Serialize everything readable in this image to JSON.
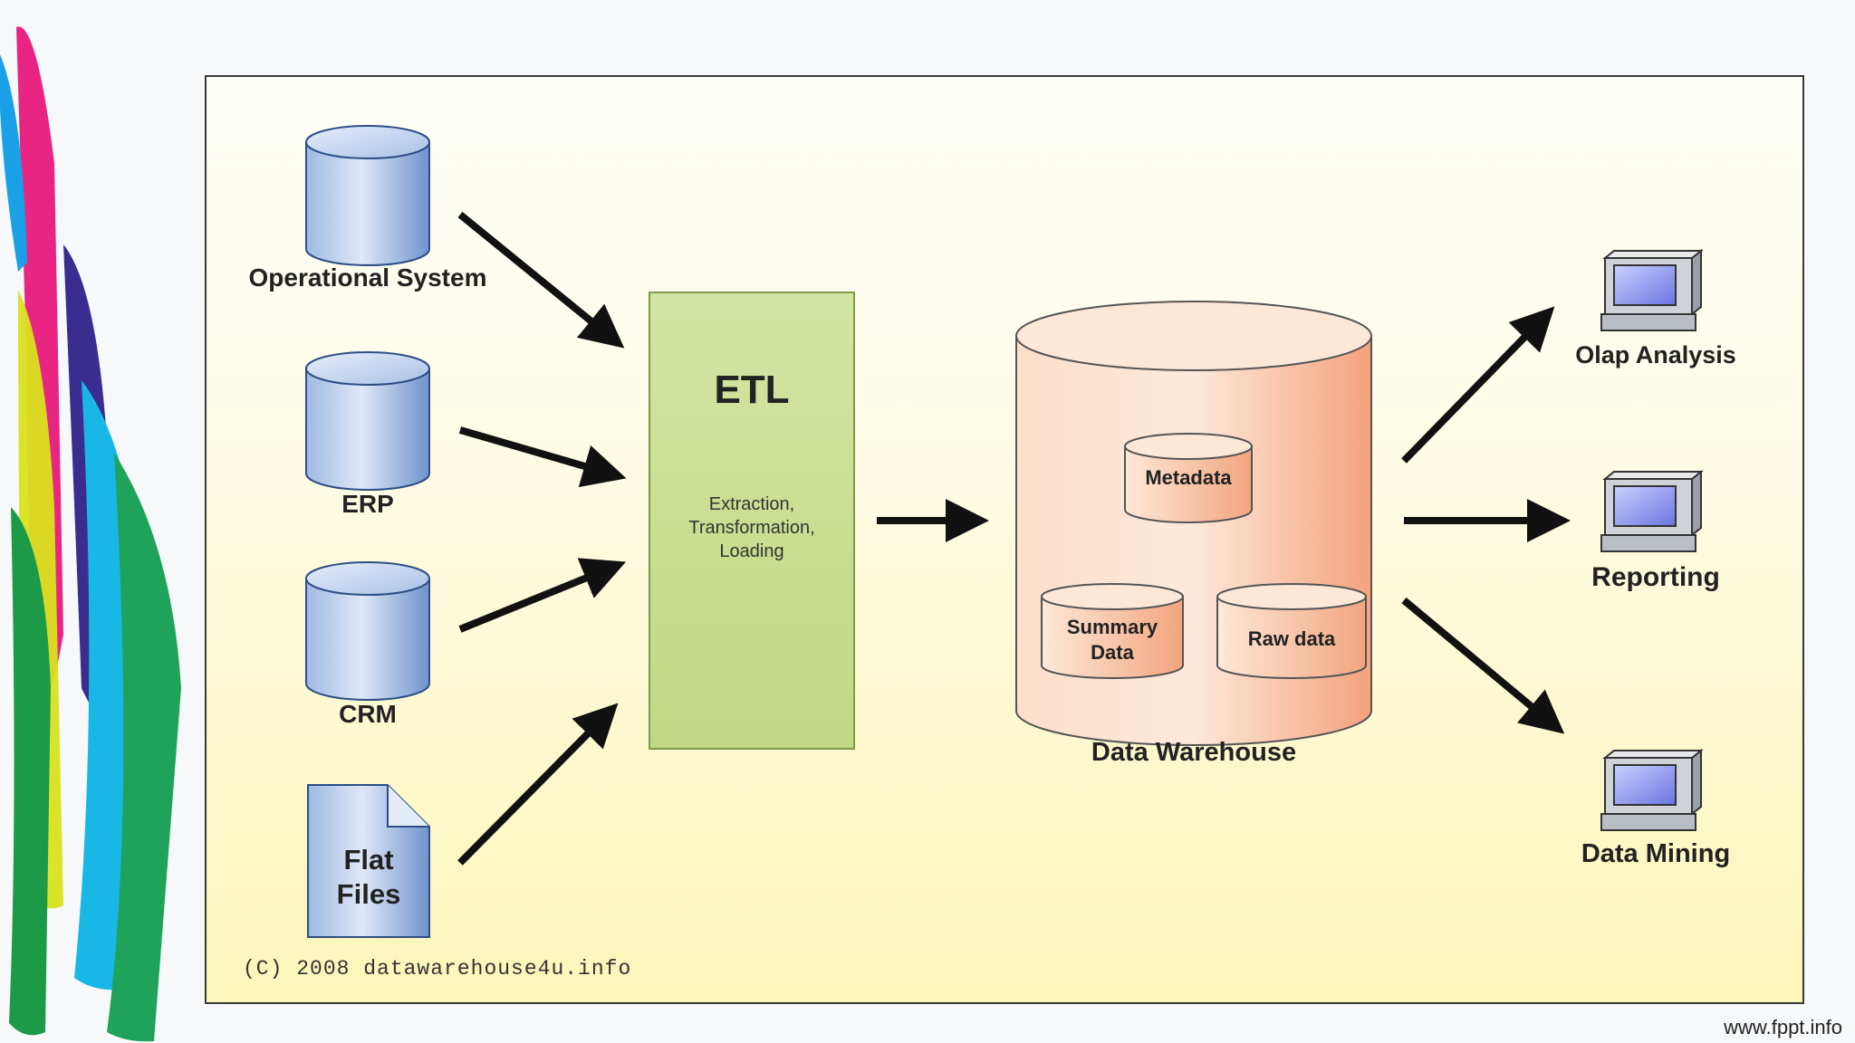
{
  "diagram": {
    "sources": [
      {
        "label": "Operational System",
        "icon": "database-cylinder-icon"
      },
      {
        "label": "ERP",
        "icon": "database-cylinder-icon"
      },
      {
        "label": "CRM",
        "icon": "database-cylinder-icon"
      },
      {
        "label": "Flat\nFiles",
        "icon": "file-document-icon"
      }
    ],
    "etl": {
      "title": "ETL",
      "description": "Extraction,\nTransformation,\nLoading"
    },
    "warehouse": {
      "label": "Data Warehouse",
      "contents": [
        "Metadata",
        "Summary\nData",
        "Raw data"
      ]
    },
    "outputs": [
      {
        "label": "Olap Analysis",
        "icon": "computer-monitor-icon"
      },
      {
        "label": "Reporting",
        "icon": "computer-monitor-icon"
      },
      {
        "label": "Data Mining",
        "icon": "computer-monitor-icon"
      }
    ],
    "copyright": "(C) 2008 datawarehouse4u.info"
  },
  "footer": {
    "url": "www.fppt.info"
  },
  "colors": {
    "source_blue": "#8aa8d8",
    "etl_green": "#c6da8a",
    "warehouse_orange": "#f6b08c",
    "background_yellow": "#fbf6b9"
  }
}
